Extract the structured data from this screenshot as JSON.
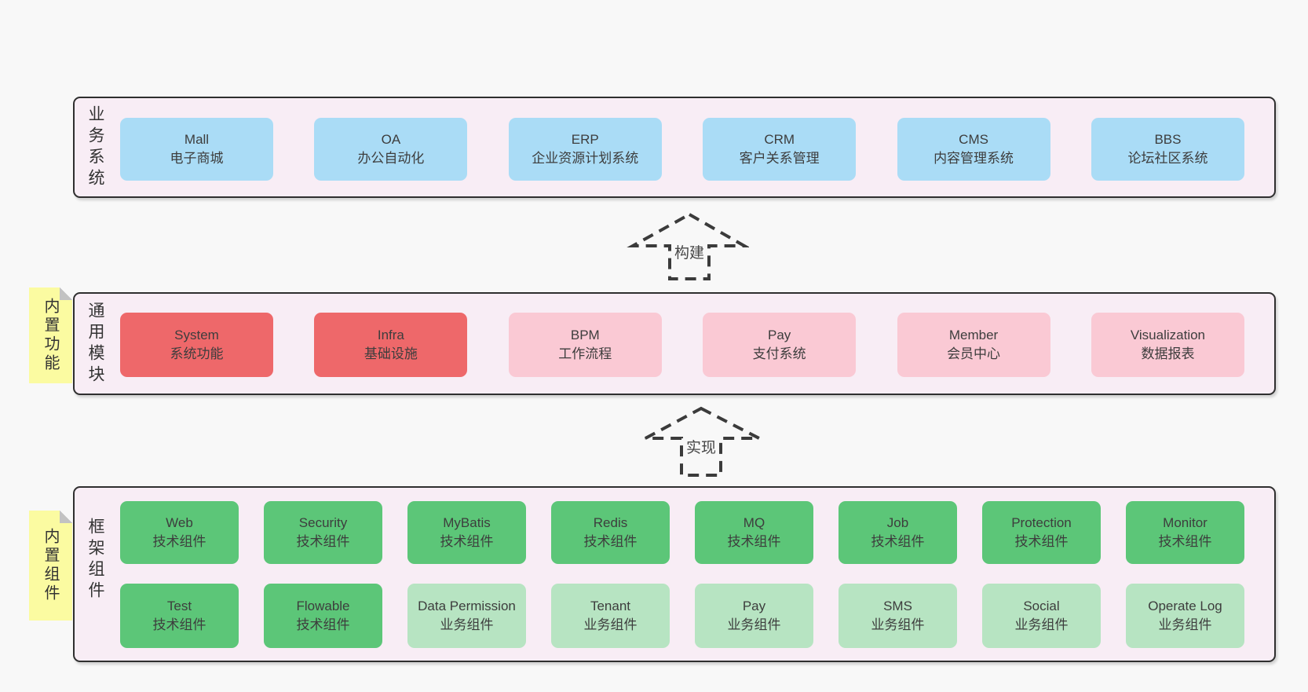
{
  "colors": {
    "page_bg": "#f8f8f8",
    "band_bg": "#f8edf5",
    "band_border": "#2f2f2f",
    "blue_box": "#aadcf6",
    "red_box": "#ee686a",
    "pink_box": "#fac9d4",
    "green_box": "#5cc678",
    "light_green_box": "#b7e4c2",
    "sticky_yellow": "#fbfba1"
  },
  "bands": [
    {
      "label": "业务系统",
      "boxes": [
        {
          "title": "Mall",
          "subtitle": "电子商城"
        },
        {
          "title": "OA",
          "subtitle": "办公自动化"
        },
        {
          "title": "ERP",
          "subtitle": "企业资源计划系统"
        },
        {
          "title": "CRM",
          "subtitle": "客户关系管理"
        },
        {
          "title": "CMS",
          "subtitle": "内容管理系统"
        },
        {
          "title": "BBS",
          "subtitle": "论坛社区系统"
        }
      ]
    },
    {
      "label": "通用模块",
      "sticky": "内置功能",
      "boxes": [
        {
          "title": "System",
          "subtitle": "系统功能"
        },
        {
          "title": "Infra",
          "subtitle": "基础设施"
        },
        {
          "title": "BPM",
          "subtitle": "工作流程"
        },
        {
          "title": "Pay",
          "subtitle": "支付系统"
        },
        {
          "title": "Member",
          "subtitle": "会员中心"
        },
        {
          "title": "Visualization",
          "subtitle": "数据报表"
        }
      ]
    },
    {
      "label": "框架组件",
      "sticky": "内置组件",
      "rows": [
        [
          {
            "title": "Web",
            "subtitle": "技术组件"
          },
          {
            "title": "Security",
            "subtitle": "技术组件"
          },
          {
            "title": "MyBatis",
            "subtitle": "技术组件"
          },
          {
            "title": "Redis",
            "subtitle": "技术组件"
          },
          {
            "title": "MQ",
            "subtitle": "技术组件"
          },
          {
            "title": "Job",
            "subtitle": "技术组件"
          },
          {
            "title": "Protection",
            "subtitle": "技术组件"
          },
          {
            "title": "Monitor",
            "subtitle": "技术组件"
          }
        ],
        [
          {
            "title": "Test",
            "subtitle": "技术组件"
          },
          {
            "title": "Flowable",
            "subtitle": "技术组件"
          },
          {
            "title": "Data Permission",
            "subtitle": "业务组件"
          },
          {
            "title": "Tenant",
            "subtitle": "业务组件"
          },
          {
            "title": "Pay",
            "subtitle": "业务组件"
          },
          {
            "title": "SMS",
            "subtitle": "业务组件"
          },
          {
            "title": "Social",
            "subtitle": "业务组件"
          },
          {
            "title": "Operate Log",
            "subtitle": "业务组件"
          }
        ]
      ]
    }
  ],
  "arrows": [
    {
      "label": "构建"
    },
    {
      "label": "实现"
    }
  ]
}
